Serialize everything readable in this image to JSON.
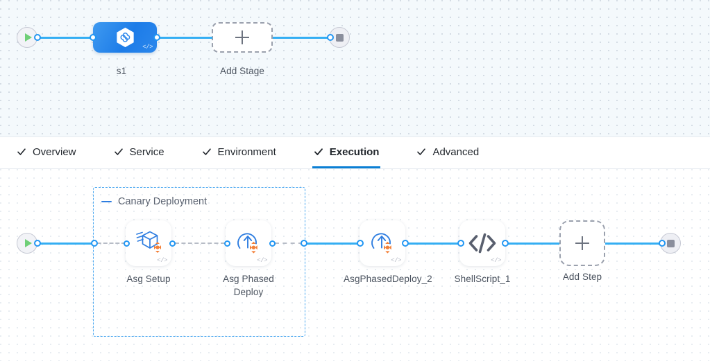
{
  "stage_canvas": {
    "start_node": {
      "name": "pipeline-start",
      "icon": "play-icon"
    },
    "end_node": {
      "name": "pipeline-end",
      "icon": "stop-icon"
    },
    "stage": {
      "label": "s1",
      "icon": "deployment-hexagon-icon",
      "code_badge": "</>",
      "color": "#1d7ce8"
    },
    "add_stage": {
      "label": "Add Stage",
      "icon": "plus-icon"
    }
  },
  "tabs": [
    {
      "label": "Overview",
      "icon": "check-icon",
      "active": false
    },
    {
      "label": "Service",
      "icon": "check-icon",
      "active": false
    },
    {
      "label": "Environment",
      "icon": "check-icon",
      "active": false
    },
    {
      "label": "Execution",
      "icon": "check-icon",
      "active": true
    },
    {
      "label": "Advanced",
      "icon": "check-icon",
      "active": false
    }
  ],
  "execution_canvas": {
    "start_node": {
      "name": "execution-start",
      "icon": "play-icon"
    },
    "end_node": {
      "name": "execution-end",
      "icon": "stop-icon"
    },
    "group": {
      "title": "Canary Deployment",
      "collapse_icon": "minus-icon",
      "border_color": "#49a7f0"
    },
    "steps": [
      {
        "label": "Asg Setup",
        "icon": "asg-setup-icon",
        "code_badge": "</>",
        "in_group": true
      },
      {
        "label": "Asg Phased Deploy",
        "icon": "asg-deploy-icon",
        "code_badge": "</>",
        "in_group": true
      },
      {
        "label": "AsgPhasedDeploy_2",
        "icon": "asg-deploy-icon",
        "code_badge": "</>",
        "in_group": false
      },
      {
        "label": "ShellScript_1",
        "icon": "shell-script-icon",
        "code_badge": "</>",
        "in_group": false
      }
    ],
    "add_step": {
      "label": "Add Step",
      "icon": "plus-icon"
    }
  },
  "theme": {
    "accent": "#34aef3",
    "active_tab": "#0b7fd4",
    "connector_ring": "#2196f3",
    "orange": "#f3813a",
    "icon_blue": "#2e7de0"
  }
}
